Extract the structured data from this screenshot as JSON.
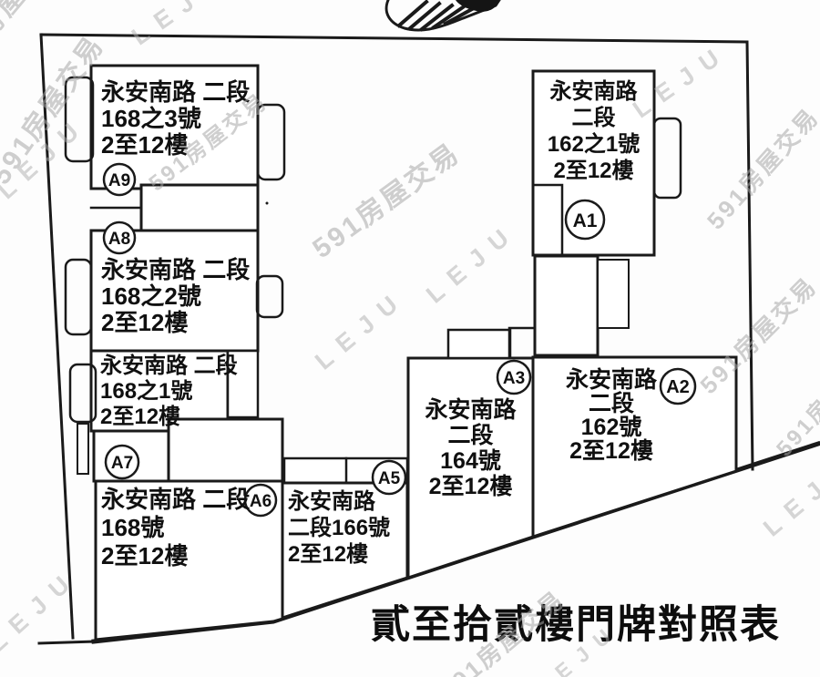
{
  "legend_title": "貳至拾貳樓門牌對照表",
  "street": "永安南路二段",
  "floors_range": "2至12樓",
  "buildings": [
    {
      "label": "A9",
      "lines": [
        "永安南路 二段",
        "168之3號",
        "2至12樓"
      ]
    },
    {
      "label": "A8",
      "lines": [
        "永安南路 二段",
        "168之2號",
        "2至12樓"
      ]
    },
    {
      "label": "A7",
      "lines": [
        "永安南路 二段",
        "168之1號",
        "2至12樓"
      ]
    },
    {
      "label": "A6",
      "lines": [
        "永安南路 二段",
        "168號",
        "2至12樓"
      ]
    },
    {
      "label": "A5",
      "lines": [
        "永安南路",
        "二段166號",
        "2至12樓"
      ]
    },
    {
      "label": "A3",
      "lines": [
        "永安南路",
        "二段",
        "164號",
        "2至12樓"
      ]
    },
    {
      "label": "A2",
      "lines": [
        "永安南路",
        "二段",
        "162號",
        "2至12樓"
      ]
    },
    {
      "label": "A1",
      "lines": [
        "永安南路",
        "二段",
        "162之1號",
        "2至12樓"
      ]
    }
  ],
  "watermarks": {
    "w591": "591房屋交易",
    "leju": "LEJU"
  },
  "colors": {
    "ink": "#1a1a1a",
    "watermark": "#aaaaaa",
    "paper": "#ffffff"
  }
}
